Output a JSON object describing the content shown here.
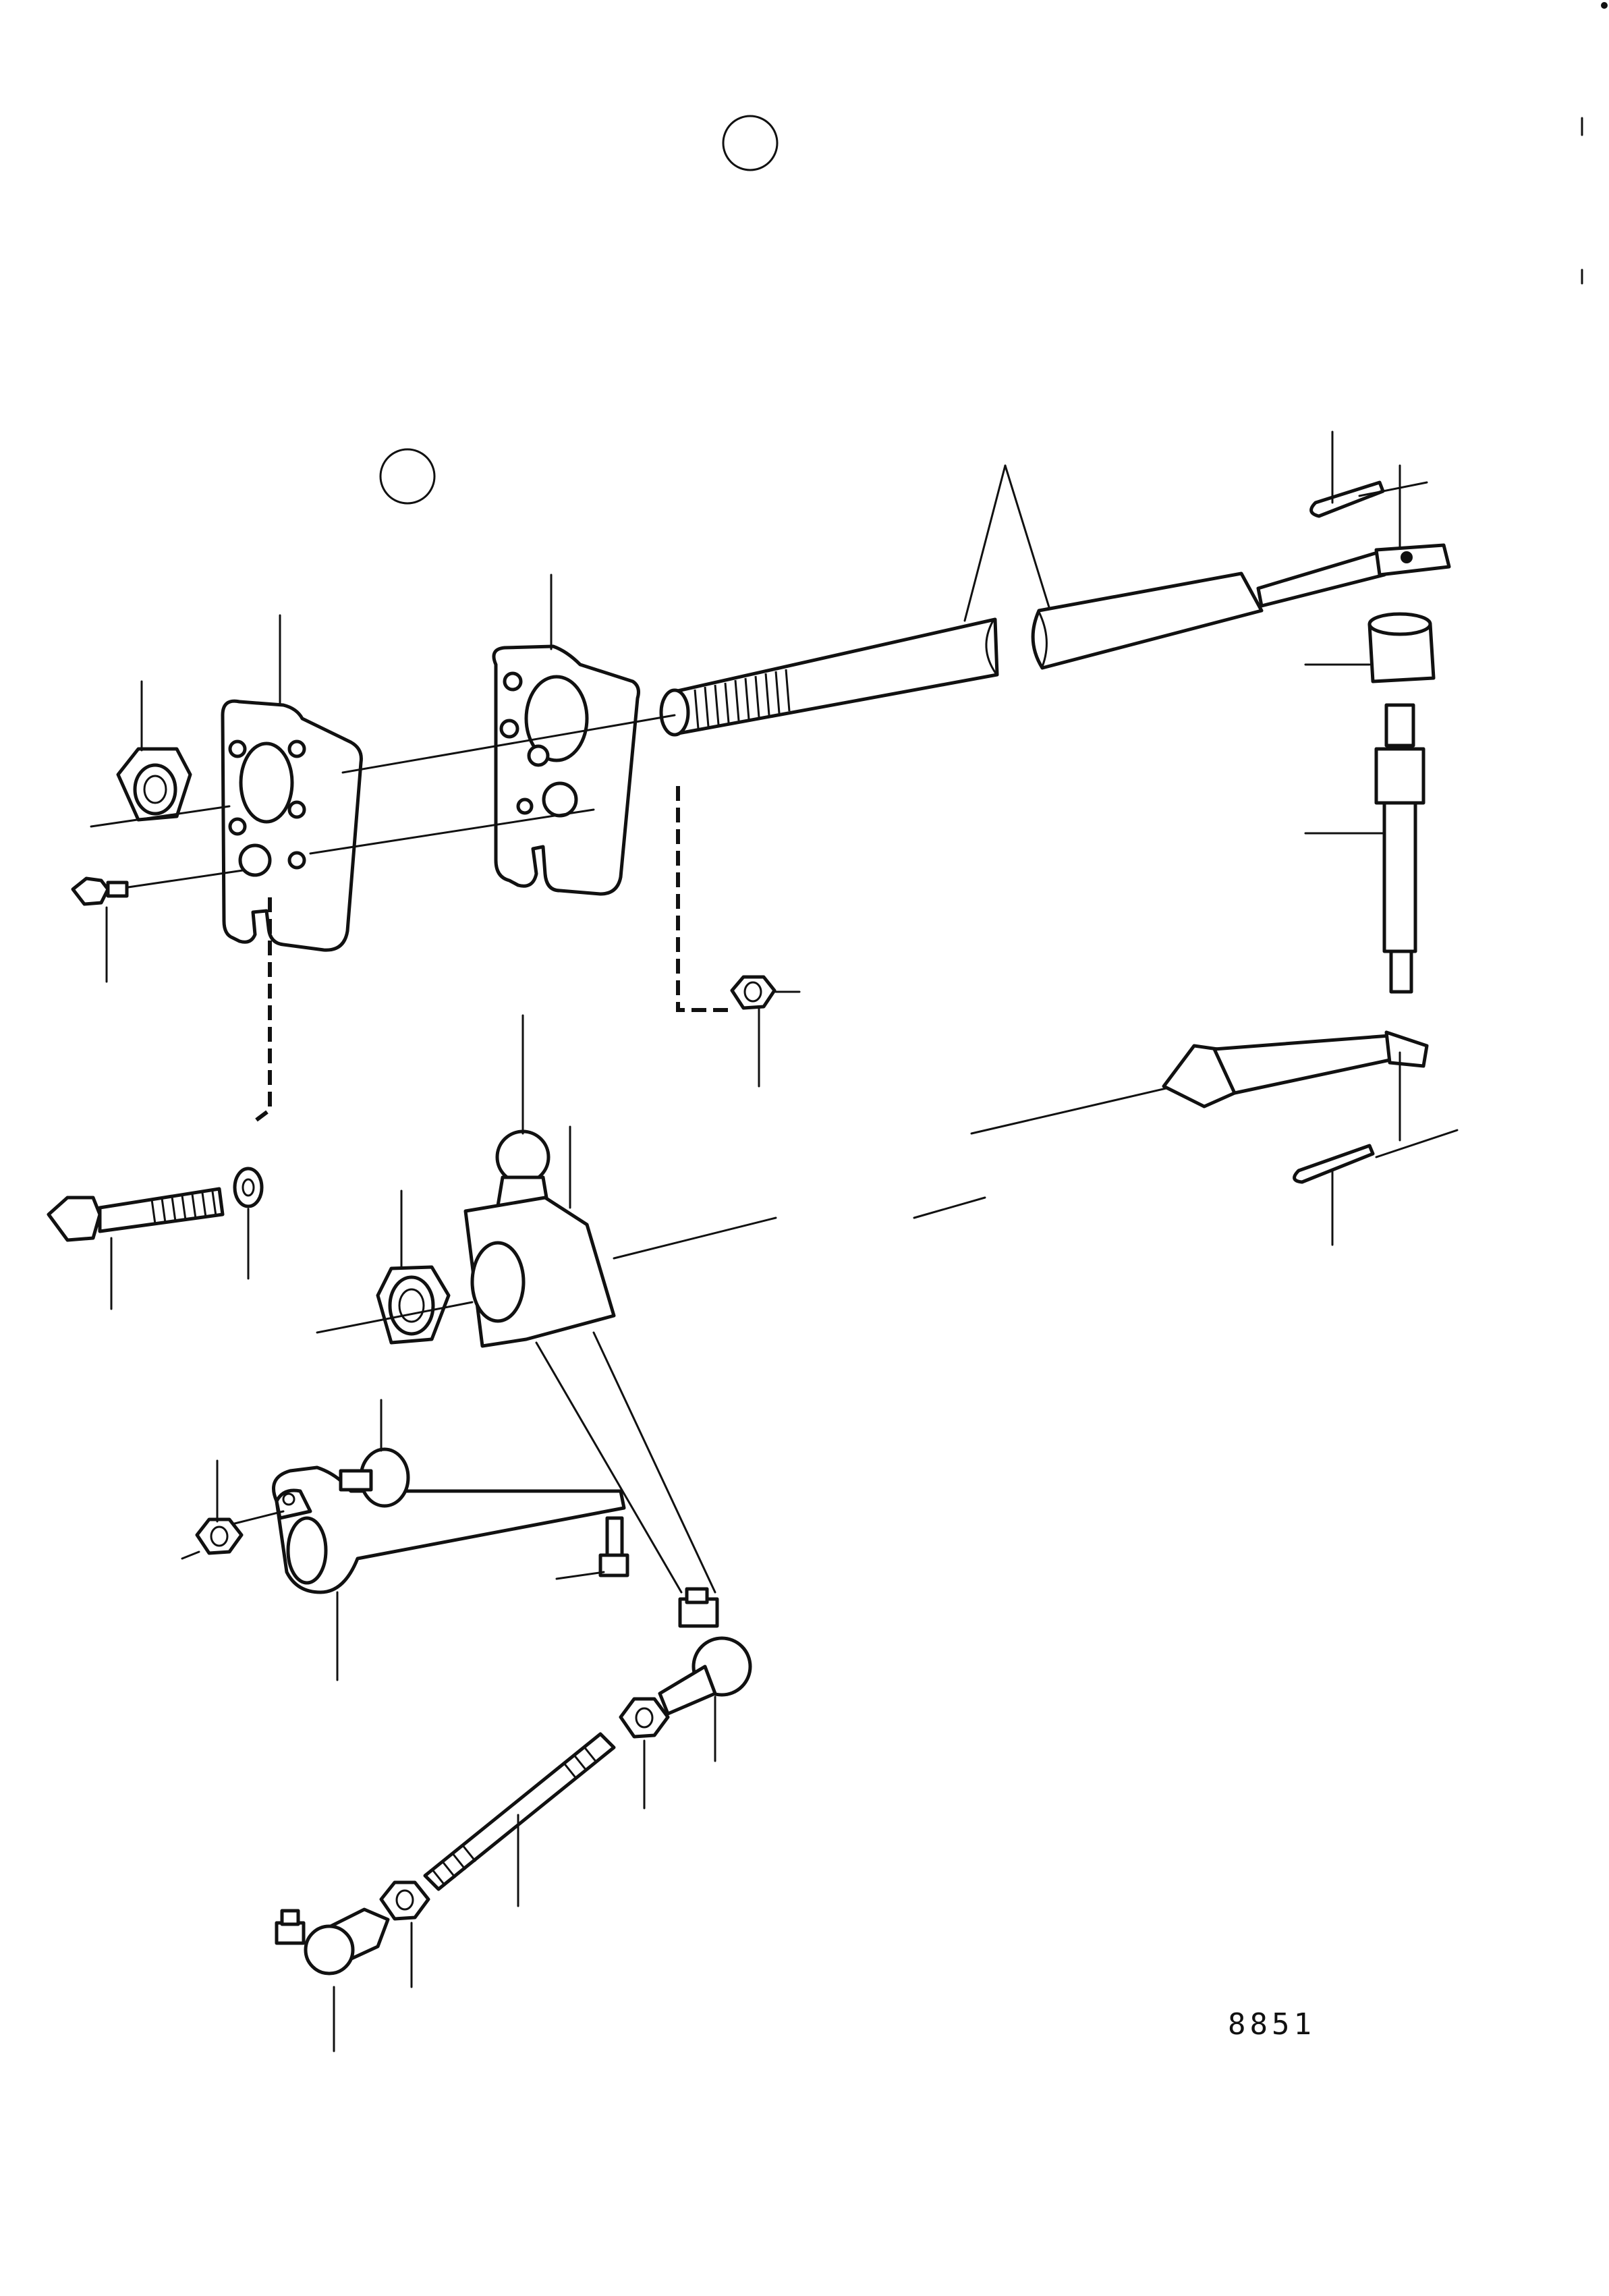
{
  "drawing_number": "8851",
  "colors": {
    "ink": "#111111",
    "paper": "#ffffff"
  },
  "parts": [
    "selection-circle",
    "control-cable",
    "cable-clamp",
    "mounting-plate",
    "locknut",
    "grease-nipple",
    "bolt",
    "washer",
    "nut",
    "ball-joint-block",
    "lever",
    "cotter-pin",
    "clevis-sleeve",
    "clevis-pin",
    "ball-socket",
    "link-rod"
  ]
}
